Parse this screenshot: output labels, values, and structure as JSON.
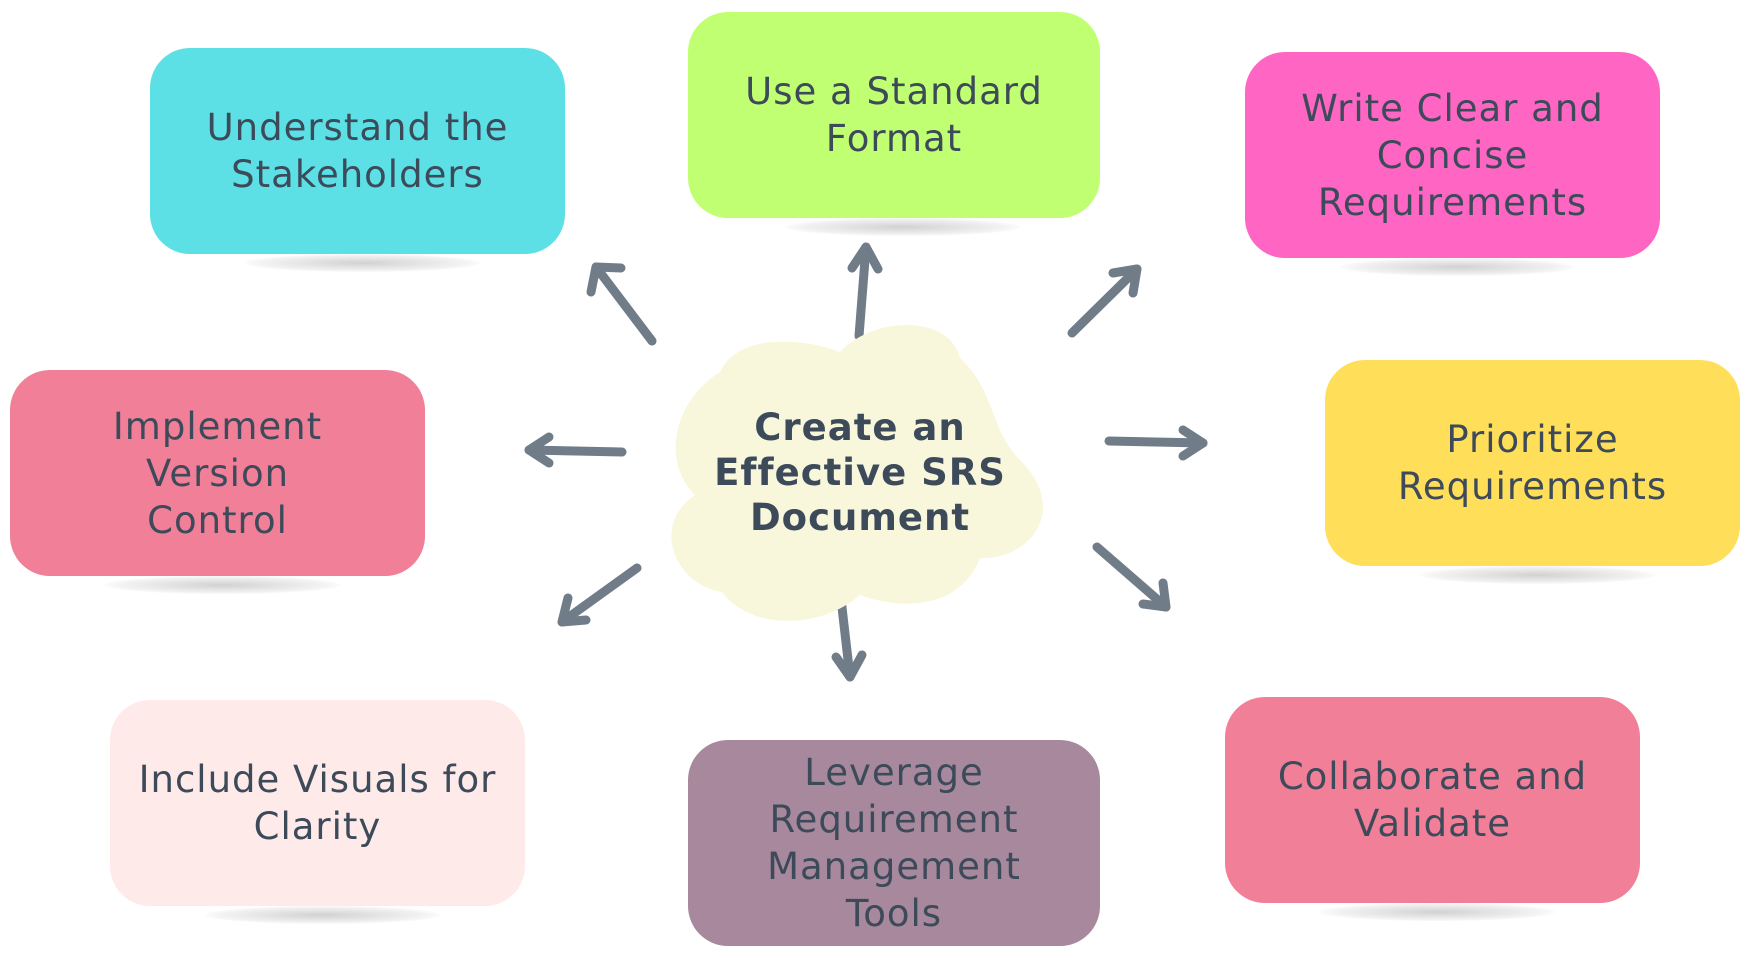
{
  "center": {
    "lines": [
      "Create an",
      "Effective SRS",
      "Document"
    ],
    "color": "#f8f7dc"
  },
  "nodes": [
    {
      "id": "stakeholders",
      "lines": [
        "Understand the",
        "Stakeholders"
      ],
      "color": "#5ce0e6"
    },
    {
      "id": "standard",
      "lines": [
        "Use a Standard",
        "Format"
      ],
      "color": "#c1ff72"
    },
    {
      "id": "write",
      "lines": [
        "Write Clear and",
        "Concise",
        "Requirements"
      ],
      "color": "#ff66c4"
    },
    {
      "id": "version",
      "lines": [
        "Implement Version",
        "Control"
      ],
      "color": "#f17f98"
    },
    {
      "id": "prioritize",
      "lines": [
        "Prioritize",
        "Requirements"
      ],
      "color": "#ffde59"
    },
    {
      "id": "visuals",
      "lines": [
        "Include Visuals for",
        "Clarity"
      ],
      "color": "#ffeaea"
    },
    {
      "id": "tools",
      "lines": [
        "Leverage",
        "Requirement",
        "Management Tools"
      ],
      "color": "#a7889c"
    },
    {
      "id": "collaborate",
      "lines": [
        "Collaborate and",
        "Validate"
      ],
      "color": "#f17f98"
    }
  ],
  "arrow_color": "#707c88",
  "text_color": "#3c4a5a"
}
